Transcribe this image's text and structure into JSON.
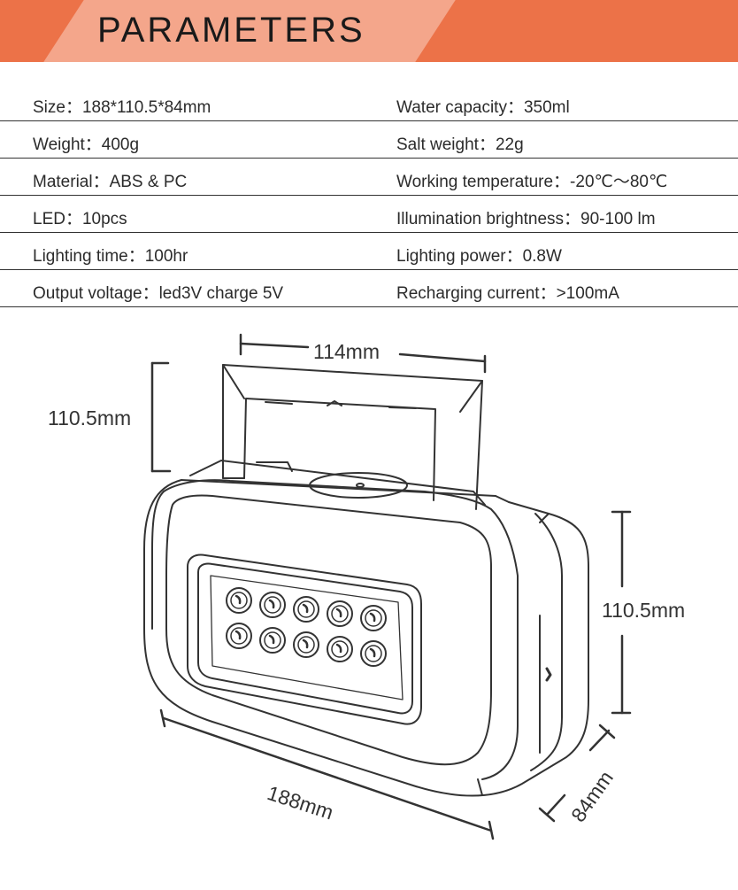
{
  "header": {
    "title": "PARAMETERS"
  },
  "params": {
    "rows": [
      {
        "left": "Size：188*110.5*84mm",
        "right": "Water capacity：350ml"
      },
      {
        "left": "Weight：400g",
        "right": "Salt weight：22g"
      },
      {
        "left": "Material：ABS & PC",
        "right": "Working temperature：-20℃～80℃"
      },
      {
        "left": "LED：10pcs",
        "right": "Illumination brightness：90-100 lm"
      },
      {
        "left": "Lighting time：100hr",
        "right": "Lighting power：0.8W"
      },
      {
        "left": "Output voltage：led3V charge 5V",
        "right": "Recharging current：>100mA"
      }
    ]
  },
  "diagram": {
    "handle_width": "114mm",
    "handle_height": "110.5mm",
    "body_height": "110.5mm",
    "length": "188mm",
    "depth": "84mm",
    "led_count": 10
  },
  "colors": {
    "banner": "#ec7248",
    "banner_band": "#f4a68b"
  }
}
